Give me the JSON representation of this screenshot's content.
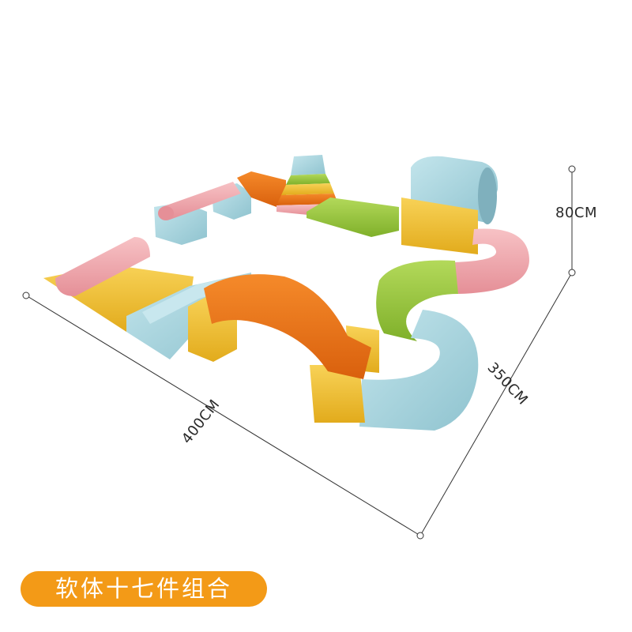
{
  "product_title": "软体十七件组合",
  "dimensions": {
    "height": "80CM",
    "depth": "350CM",
    "width": "400CM"
  },
  "colors": {
    "badge": "#f39a17",
    "pink": "#f3a9ae",
    "blue": "#a9d6df",
    "yellow": "#f2c43d",
    "orange": "#f07a1e",
    "green": "#9acb3a"
  }
}
